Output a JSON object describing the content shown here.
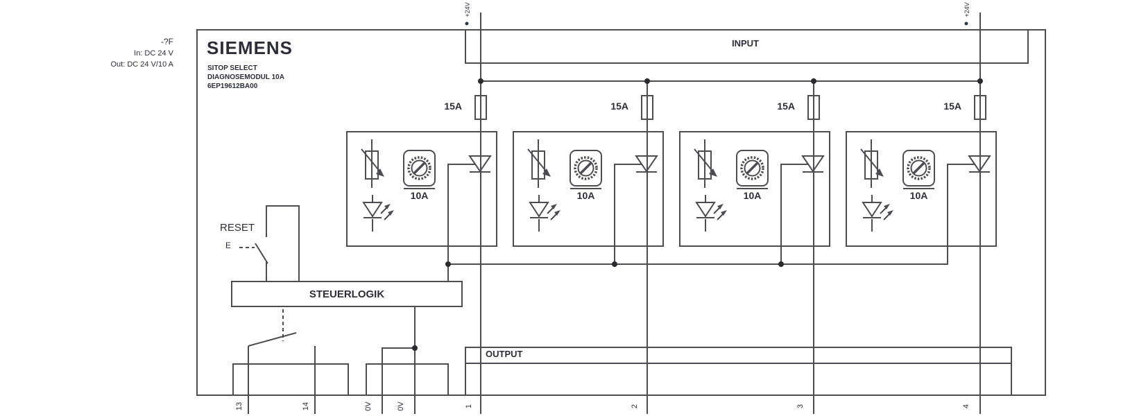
{
  "title_block": {
    "brand": "SIEMENS",
    "line1": "SITOP SELECT",
    "line2": "DIAGNOSEMODUL 10A",
    "line3": "6EP19612BA00"
  },
  "side_info": {
    "designator": "-?F",
    "input_rating": "In: DC 24 V",
    "output_rating": "Out: DC 24 V/10 A"
  },
  "buses": {
    "input_label": "INPUT",
    "output_label": "OUTPUT"
  },
  "control": {
    "logic_label": "STEUERLOGIK",
    "reset_label": "RESET",
    "reset_input_label": "E"
  },
  "supply": {
    "left_label": "+24V",
    "right_label": "+24V"
  },
  "channels": [
    {
      "fuse_rating": "15A",
      "current_setting": "10A",
      "output_terminal": "1"
    },
    {
      "fuse_rating": "15A",
      "current_setting": "10A",
      "output_terminal": "2"
    },
    {
      "fuse_rating": "15A",
      "current_setting": "10A",
      "output_terminal": "3"
    },
    {
      "fuse_rating": "15A",
      "current_setting": "10A",
      "output_terminal": "4"
    }
  ],
  "terminals": {
    "relay_contact": [
      "13",
      "14"
    ],
    "zero_volt": [
      "0V",
      "0V"
    ]
  },
  "colors": {
    "line": "#4c4c53",
    "text": "#2d2d3a",
    "background": "#ffffff"
  }
}
